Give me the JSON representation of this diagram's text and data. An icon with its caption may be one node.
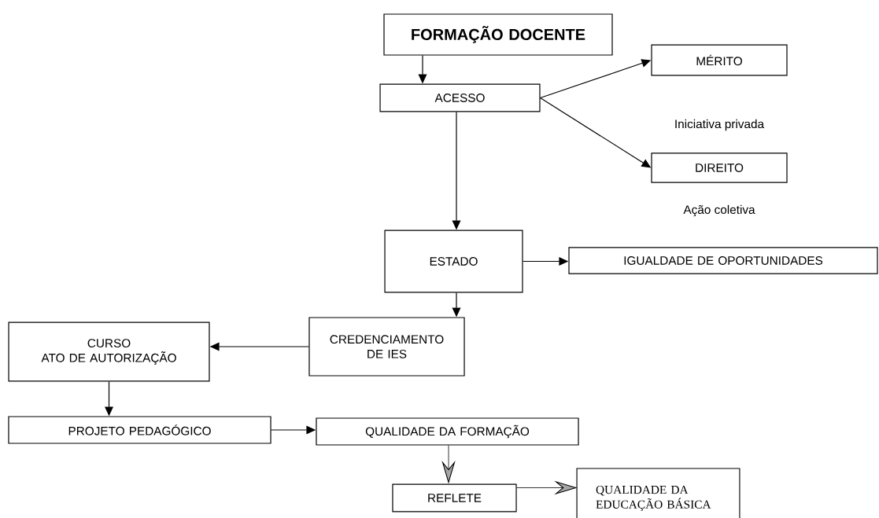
{
  "diagram": {
    "nodes": [
      {
        "text": [
          "FORMAÇÃO DOCENTE"
        ]
      },
      {
        "text": [
          "ACESSO"
        ]
      },
      {
        "text": [
          "MÉRITO"
        ]
      },
      {
        "text": [
          "DIREITO"
        ]
      },
      {
        "text": [
          "ESTADO"
        ]
      },
      {
        "text": [
          "IGUALDADE DE OPORTUNIDADES"
        ]
      },
      {
        "text": [
          "CREDENCIAMENTO DE IES"
        ]
      },
      {
        "text": [
          "CURSO",
          "ATO DE AUTORIZAÇÃO"
        ]
      },
      {
        "text": [
          "PROJETO PEDAGÓGICO"
        ]
      },
      {
        "text": [
          "QUALIDADE DA FORMAÇÃO"
        ]
      },
      {
        "text": [
          "REFLETE"
        ]
      },
      {
        "text": [
          "QUALIDADE DA EDUCAÇÃO BÁSICA"
        ]
      }
    ],
    "edges": [
      {
        "from": 0,
        "to": 1,
        "arrow": "to"
      },
      {
        "from": 1,
        "to": 2,
        "arrow": "to"
      },
      {
        "from": 1,
        "to": 3,
        "arrow": "to"
      },
      {
        "from": 1,
        "to": 4,
        "arrow": "to"
      },
      {
        "from": 4,
        "to": 5,
        "arrow": "to"
      },
      {
        "from": 4,
        "to": 6,
        "arrow": "to"
      },
      {
        "from": 6,
        "to": 7,
        "arrow": "to"
      },
      {
        "from": 7,
        "to": 8,
        "arrow": "to"
      },
      {
        "from": 8,
        "to": 9,
        "arrow": "to"
      },
      {
        "from": 9,
        "to": 10,
        "arrow": "to"
      },
      {
        "from": 10,
        "to": 11,
        "arrow": "to"
      }
    ],
    "labels": [
      "Iniciativa privada",
      "Ação coletiva"
    ]
  }
}
